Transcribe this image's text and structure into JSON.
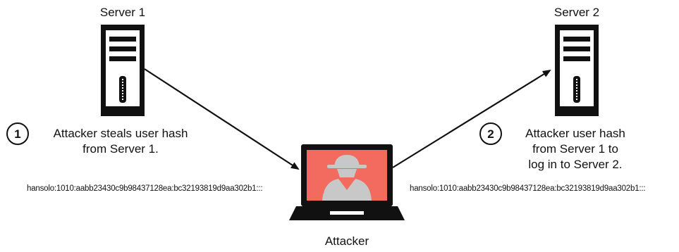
{
  "servers": [
    {
      "title": "Server 1"
    },
    {
      "title": "Server 2"
    }
  ],
  "steps": [
    {
      "number": "1",
      "lines": [
        "Attacker steals user hash",
        "from Server 1."
      ]
    },
    {
      "number": "2",
      "lines": [
        "Attacker user hash",
        "from Server 1 to",
        "log in to Server 2."
      ]
    }
  ],
  "hashes": {
    "left": "hansolo:1010:aabb23430c9b98437128ea:bc32193819d9aa302b1:::",
    "right": "hansolo:1010:aabb23430c9b98437128ea:bc32193819d9aa302b1:::"
  },
  "attacker": {
    "title": "Attacker"
  },
  "colors": {
    "screen": "#f26b5e",
    "ink": "#111111",
    "spy": "#c8c8c8"
  },
  "icons": [
    "server-icon",
    "laptop-icon",
    "spy-icon"
  ]
}
